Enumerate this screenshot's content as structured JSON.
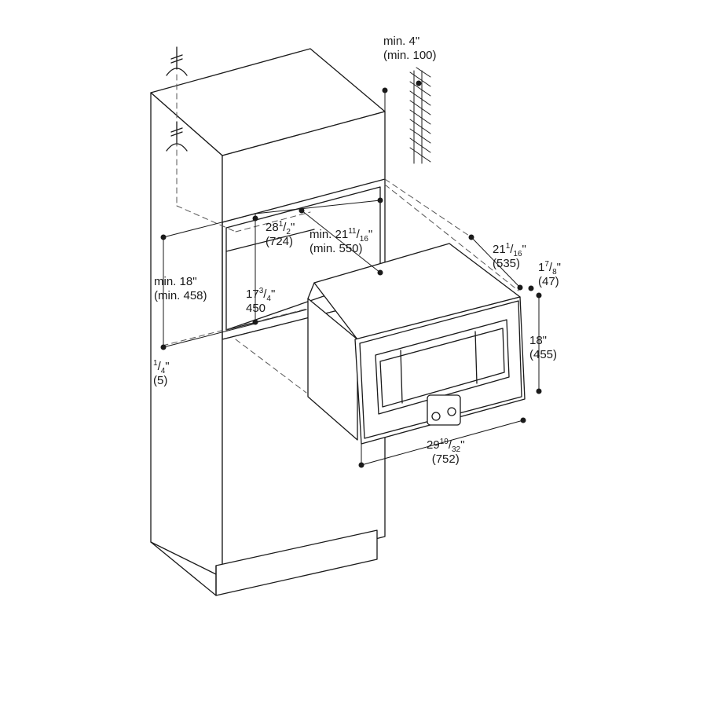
{
  "colors": {
    "line": "#1a1a1a",
    "dash": "#555555",
    "text": "#1a1a1a"
  },
  "labels": {
    "top_clearance": {
      "line1": "min. 4\"",
      "line2": "(min. 100)"
    },
    "opening_height": {
      "line1": "min. 18\"",
      "line2": "(min. 458)"
    },
    "panel_gap": {
      "num": "1",
      "den": "4",
      "unit": "\"",
      "mm": "(5)"
    },
    "opening_width": {
      "whole": "28",
      "num": "1",
      "den": "2",
      "unit": "\"",
      "mm": "(724)"
    },
    "opening_depth": {
      "prefix": "min. 21",
      "num": "11",
      "den": "16",
      "unit": "\"",
      "mm": "(min. 550)"
    },
    "inner_height": {
      "whole": "17",
      "num": "3",
      "den": "4",
      "unit": "\"",
      "mm": "450"
    },
    "appliance_depth": {
      "whole": "21",
      "num": "1",
      "den": "16",
      "unit": "\"",
      "mm": "(535)"
    },
    "front_depth": {
      "whole": "1",
      "num": "7",
      "den": "8",
      "unit": "\"",
      "mm": "(47)"
    },
    "appliance_height": {
      "line1": "18\"",
      "line2": "(455)"
    },
    "appliance_width": {
      "whole": "29",
      "num": "19",
      "den": "32",
      "unit": "\"",
      "mm": "(752)"
    }
  }
}
